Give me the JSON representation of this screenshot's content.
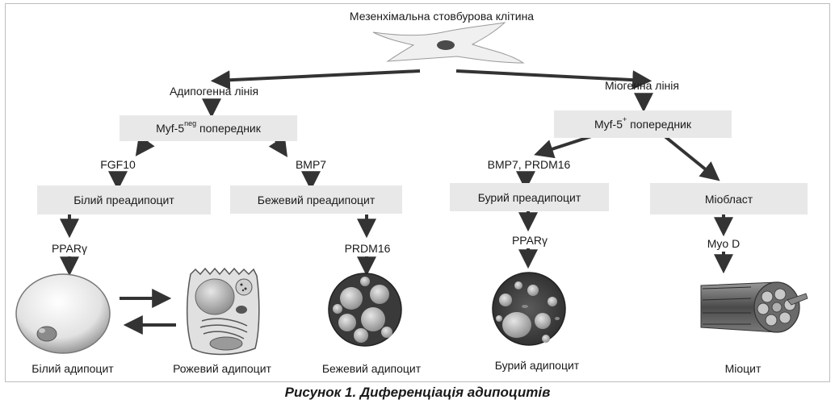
{
  "top_cell": "Мезенхімальна стовбурова клітина",
  "adipogenic_line": "Адипогенна лінія",
  "myogenic_line": "Міогенна лінія",
  "myf5neg_base": "Myf-5",
  "myf5neg_sup": "neg",
  "myf5neg_rest": " попередник",
  "myf5pos_base": "Myf-5",
  "myf5pos_sup": "+",
  "myf5pos_rest": " попередник",
  "fgf10": "FGF10",
  "bmp7": "BMP7",
  "bmp7_prdm16": "BMP7, PRDM16",
  "white_preadipocyte": "Білий преадипоцит",
  "beige_preadipocyte": "Бежевий преадипоцит",
  "brown_preadipocyte": "Бурий преадипоцит",
  "myoblast": "Міобласт",
  "ppar_left": "PPARγ",
  "prdm16": "PRDM16",
  "ppar_right": "PPARγ",
  "myod": "Myo D",
  "white_adipocyte": "Білий адипоцит",
  "pink_adipocyte": "Рожевий адипоцит",
  "beige_adipocyte": "Бежевий адипоцит",
  "brown_adipocyte": "Бурий адипоцит",
  "myocyte": "Міоцит",
  "caption": "Рисунок 1. Диференціація адипоцитів",
  "colors": {
    "box": "#e8e8e8",
    "arrow": "#333333",
    "text": "#1a1a1a"
  }
}
